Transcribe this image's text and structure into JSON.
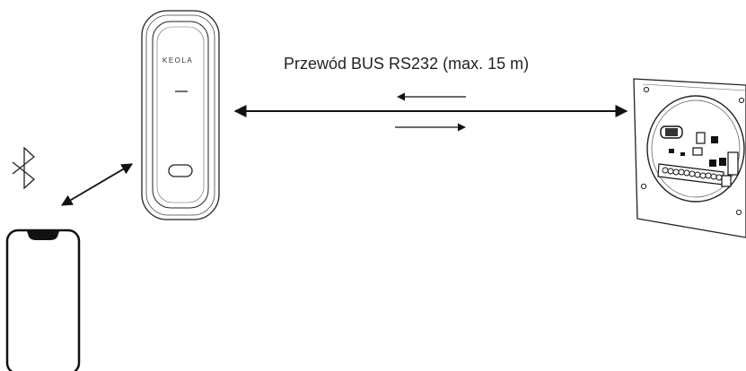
{
  "diagram": {
    "connection_label": "Przewód BUS RS232 (max. 15 m)",
    "reader_brand": "KEOLA"
  },
  "icons": {
    "bluetooth": "bluetooth-icon",
    "phone": "smartphone-icon",
    "reader": "keola-reader-device",
    "controller": "controller-board"
  },
  "colors": {
    "line": "#111111",
    "background": "#ffffff"
  }
}
